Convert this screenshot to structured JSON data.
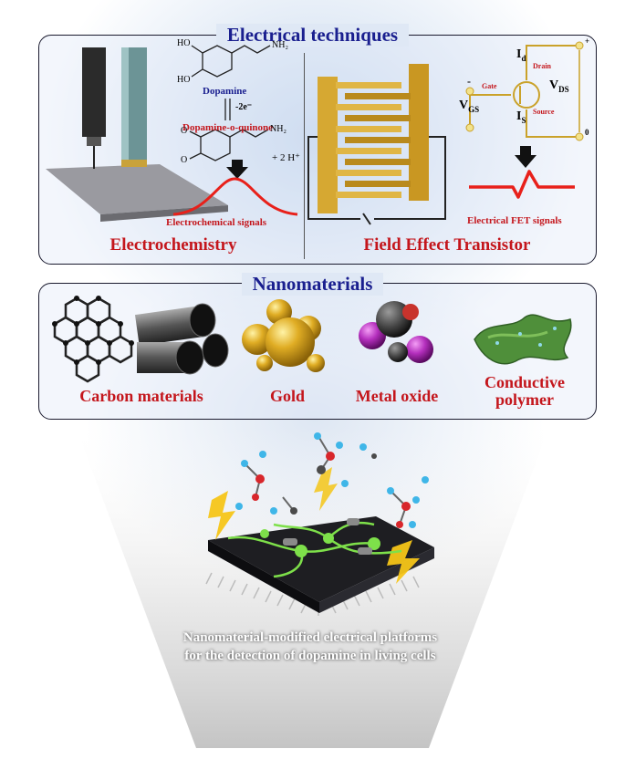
{
  "electrical": {
    "title": "Electrical techniques",
    "electrochem": {
      "label": "Electrochemistry",
      "dopamine": "Dopamine",
      "quinone": "Dopamine-o-quinone",
      "reaction_electrons": "-2e⁻",
      "protons": "+ 2 H⁺",
      "ho1": "HO",
      "ho2": "HO",
      "nh2a": "NH₂",
      "nh2b": "NH₂",
      "o1": "O",
      "o2": "O",
      "signal_label": "Electrochemical signals"
    },
    "fet": {
      "label": "Field Effect Transistor",
      "id": "I",
      "id_sub": "d",
      "is": "I",
      "is_sub": "S",
      "vds": "V",
      "vds_sub": "DS",
      "vgs": "V",
      "vgs_sub": "GS",
      "drain": "Drain",
      "gate": "Gate",
      "source": "Source",
      "minus": "-",
      "plus": "+",
      "zero": "0",
      "signal_label": "Electrical FET signals"
    }
  },
  "nanomaterials": {
    "title": "Nanomaterials",
    "items": [
      "Carbon materials",
      "Gold",
      "Metal oxide",
      "Conductive polymer"
    ]
  },
  "bottom_caption": "Nanomaterial-modified electrical platforms for the detection of dopamine in living cells",
  "colors": {
    "title_blue": "#1a1f8f",
    "label_red": "#c4161c",
    "gold": "#d4a017",
    "graphene": "#222222",
    "polymer_green": "#4f8f3a",
    "neuron_green": "#7ee04a"
  }
}
